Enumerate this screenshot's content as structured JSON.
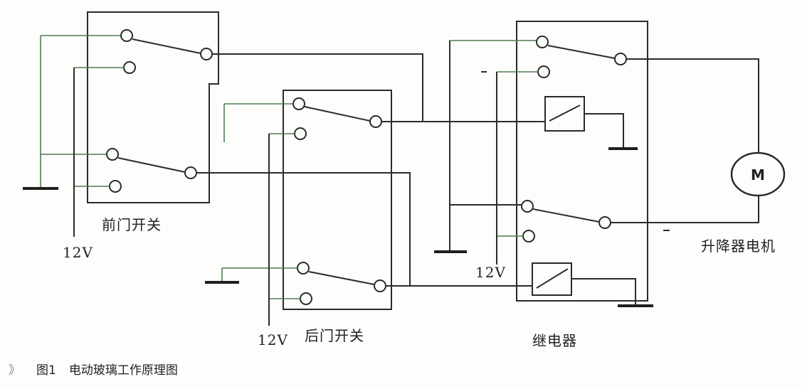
{
  "labels": {
    "front_switch": "前门开关",
    "rear_switch": "后门开关",
    "relay": "继电器",
    "motor": "升降器电机",
    "motor_letter": "M",
    "voltage_front": "12V",
    "voltage_rear": "12V",
    "voltage_relay": "12V"
  },
  "caption": {
    "mark": "》",
    "number": "图1",
    "text": "电动玻璃工作原理图"
  },
  "colors": {
    "ink": "#2b2b2b",
    "ground_wire": "#4f7d52",
    "background": "#fdfdfb"
  }
}
